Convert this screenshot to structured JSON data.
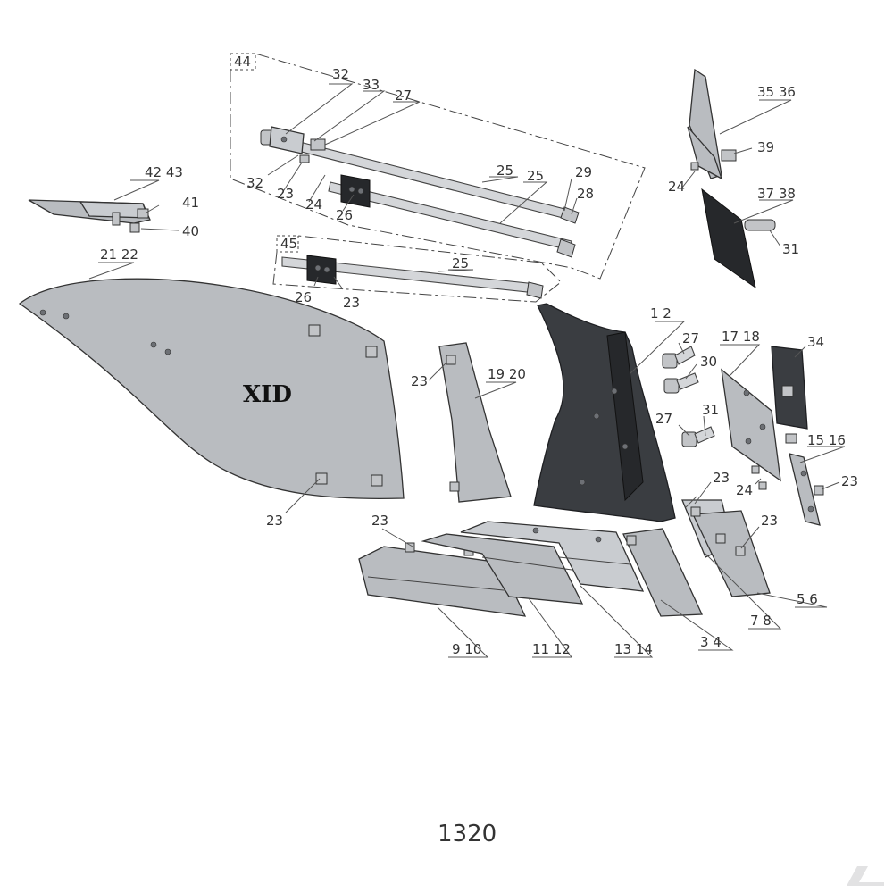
{
  "figure_number": "1320",
  "brand_text": "XID",
  "callouts": [
    {
      "id": "c-44",
      "text": "44"
    },
    {
      "id": "c-45",
      "text": "45"
    },
    {
      "id": "c-32a",
      "text": "32"
    },
    {
      "id": "c-33",
      "text": "33"
    },
    {
      "id": "c-27a",
      "text": "27"
    },
    {
      "id": "c-32b",
      "text": "32"
    },
    {
      "id": "c-23a",
      "text": "23"
    },
    {
      "id": "c-24a",
      "text": "24"
    },
    {
      "id": "c-26a",
      "text": "26"
    },
    {
      "id": "c-25a",
      "text": "25"
    },
    {
      "id": "c-25b",
      "text": "25"
    },
    {
      "id": "c-29",
      "text": "29"
    },
    {
      "id": "c-28",
      "text": "28"
    },
    {
      "id": "c-25c",
      "text": "25"
    },
    {
      "id": "c-26b",
      "text": "26"
    },
    {
      "id": "c-23b",
      "text": "23"
    },
    {
      "id": "c-4243",
      "text": "42 43"
    },
    {
      "id": "c-41",
      "text": "41"
    },
    {
      "id": "c-40",
      "text": "40"
    },
    {
      "id": "c-2122",
      "text": "21 22"
    },
    {
      "id": "c-23c",
      "text": "23"
    },
    {
      "id": "c-1920",
      "text": "19 20"
    },
    {
      "id": "c-23d",
      "text": "23"
    },
    {
      "id": "c-12",
      "text": "1  2"
    },
    {
      "id": "c-3536",
      "text": "35 36"
    },
    {
      "id": "c-39",
      "text": "39"
    },
    {
      "id": "c-24b",
      "text": "24"
    },
    {
      "id": "c-3738",
      "text": "37 38"
    },
    {
      "id": "c-31a",
      "text": "31"
    },
    {
      "id": "c-27b",
      "text": "27"
    },
    {
      "id": "c-30",
      "text": "30"
    },
    {
      "id": "c-27c",
      "text": "27"
    },
    {
      "id": "c-31b",
      "text": "31"
    },
    {
      "id": "c-1718",
      "text": "17 18"
    },
    {
      "id": "c-34",
      "text": "34"
    },
    {
      "id": "c-1516",
      "text": "15 16"
    },
    {
      "id": "c-23e",
      "text": "23"
    },
    {
      "id": "c-24c",
      "text": "24"
    },
    {
      "id": "c-23f",
      "text": "23"
    },
    {
      "id": "c-23g",
      "text": "23"
    },
    {
      "id": "c-23h",
      "text": "23"
    },
    {
      "id": "c-56",
      "text": "5  6"
    },
    {
      "id": "c-78",
      "text": "7  8"
    },
    {
      "id": "c-34b",
      "text": "3  4"
    },
    {
      "id": "c-1314",
      "text": "13 14"
    },
    {
      "id": "c-1112",
      "text": "11 12"
    },
    {
      "id": "c-910",
      "text": "9  10"
    }
  ]
}
